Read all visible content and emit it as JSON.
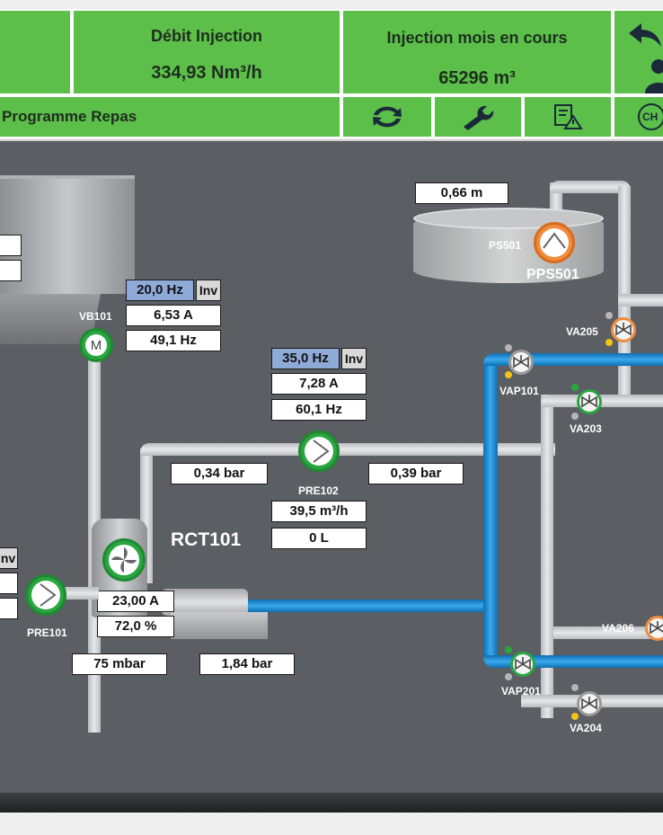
{
  "header": {
    "debit_title": "Débit Injection",
    "debit_value": "334,93 Nm³/h",
    "injection_title": "Injection mois en cours",
    "injection_value": "65296 m³"
  },
  "subbar": {
    "program_label": "Programme Repas",
    "icons": [
      "refresh-icon",
      "wrench-icon",
      "alarm-log-icon",
      "language-icon"
    ],
    "language_code": "CH"
  },
  "vb101": {
    "label": "VB101",
    "motor_letter": "M",
    "setpoint": "20,0 Hz",
    "inv": "Inv",
    "current": "6,53 A",
    "frequency": "49,1 Hz"
  },
  "pre102": {
    "label": "PRE102",
    "setpoint": "35,0 Hz",
    "inv": "Inv",
    "current": "7,28 A",
    "frequency": "60,1 Hz",
    "pressure_in": "0,34 bar",
    "pressure_out": "0,39 bar",
    "flow": "39,5 m³/h",
    "volume": "0 L"
  },
  "rct101": {
    "label": "RCT101",
    "current": "23,00 A",
    "percent": "72,0 %"
  },
  "pre101": {
    "label": "PRE101",
    "inv": "Inv"
  },
  "pressures": {
    "mbar": "75 mbar",
    "bar": "1,84 bar"
  },
  "pps501": {
    "level": "0,66 m",
    "label_small": "PS501",
    "label_big": "PPS501"
  },
  "valves": {
    "va205": "VA205",
    "vap101": "VAP101",
    "va203": "VA203",
    "va206": "VA206",
    "vap201": "VAP201",
    "va204": "VA204"
  },
  "colors": {
    "header_green": "#5cbf4a",
    "scada_background": "#5b5e62",
    "pump_green": "#2aa640",
    "pump_orange": "#f08c3c",
    "pipe_blue": "#1a8fd8",
    "setpoint_blue": "#8eaad6"
  }
}
